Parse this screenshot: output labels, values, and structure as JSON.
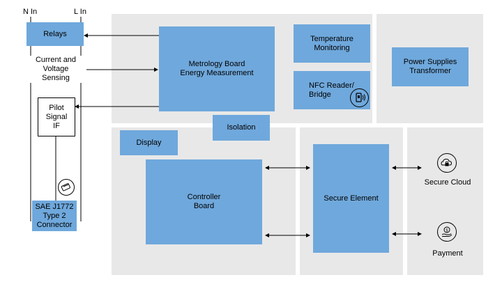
{
  "left": {
    "n_in": "N In",
    "l_in": "L In",
    "relays": "Relays",
    "current_voltage": [
      "Current and",
      "Voltage",
      "Sensing"
    ],
    "pilot": [
      "Pilot",
      "Signal",
      "IF"
    ],
    "connector": [
      "SAE J1772",
      "Type 2",
      "Connector"
    ]
  },
  "blocks": {
    "metrology": [
      "Metrology Board",
      "Energy Measurement"
    ],
    "temperature": [
      "Temperature",
      "Monitoring"
    ],
    "nfc": [
      "NFC Reader/",
      "Bridge"
    ],
    "power": [
      "Power Supplies",
      "Transformer"
    ],
    "isolation": "Isolation",
    "display": "Display",
    "controller": [
      "Controller",
      "Board"
    ],
    "secure_element": "Secure Element"
  },
  "services": {
    "cloud": "Secure Cloud",
    "payment": "Payment"
  },
  "colors": {
    "block": "#6fa8dc",
    "panel": "#e8e8e8"
  },
  "icons": [
    "card-icon",
    "nfc-phone-icon",
    "cloud-lock-icon",
    "payment-icon"
  ]
}
